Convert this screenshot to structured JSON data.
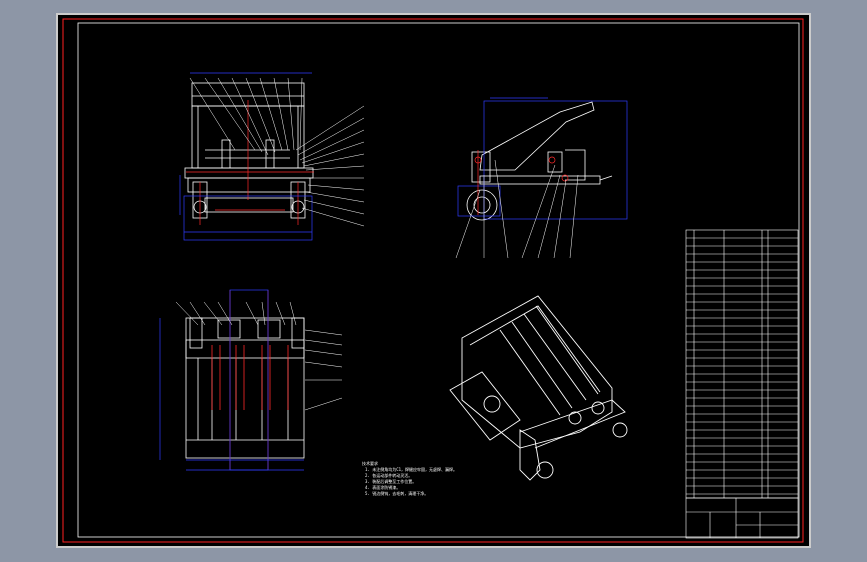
{
  "drawing": {
    "line_color": "#ffffff",
    "dim_color": "#2f3cff",
    "center_color": "#ff2a2a",
    "paper_color": "#000000",
    "frame_color": "#ff2020",
    "background_color": "#8d96a6"
  },
  "tech_notes": [
    "技术要求",
    "1. 未注倒角均为C1，焊缝应牢固，无虚焊、漏焊。",
    "2. 各运动部件转动灵活。",
    "3. 装配后调整至工作位置。",
    "4. 表面涂防锈漆。",
    "5. 锐边倒钝，去毛刺，清理干净。"
  ],
  "title_block": {
    "drawing_name": "",
    "drawing_number": ""
  }
}
